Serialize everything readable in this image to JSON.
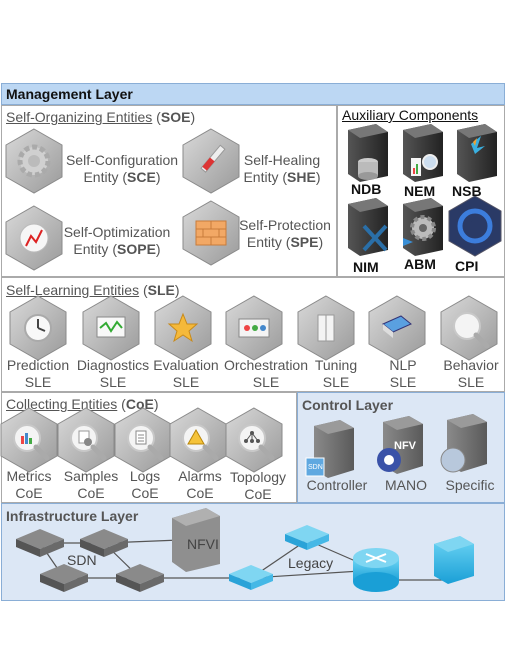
{
  "management_layer": {
    "title": "Management Layer"
  },
  "soe": {
    "title_prefix": "Self-Organizing Entities",
    "title_abbr": "SOE",
    "entities": [
      {
        "name": "Self-Configuration Entity",
        "abbr": "SCE",
        "icon": "gear-icon"
      },
      {
        "name": "Self-Healing Entity",
        "abbr": "SHE",
        "icon": "syringe-icon"
      },
      {
        "name": "Self-Optimization Entity",
        "abbr": "SOPE",
        "icon": "chart-icon"
      },
      {
        "name": "Self-Protection Entity",
        "abbr": "SPE",
        "icon": "firewall-icon"
      }
    ]
  },
  "aux": {
    "title": "Auxiliary Components",
    "items": [
      {
        "label": "NDB",
        "icon": "database-server-icon"
      },
      {
        "label": "NEM",
        "icon": "monitor-server-icon"
      },
      {
        "label": "NSB",
        "icon": "bird-server-icon"
      },
      {
        "label": "NIM",
        "icon": "tools-server-icon"
      },
      {
        "label": "ABM",
        "icon": "gear-server-icon"
      },
      {
        "label": "CPI",
        "icon": "refresh-icon"
      }
    ]
  },
  "sle": {
    "title_prefix": "Self-Learning Entities",
    "title_abbr": "SLE",
    "items": [
      {
        "name": "Prediction",
        "suffix": "SLE",
        "icon": "clock-icon"
      },
      {
        "name": "Diagnostics",
        "suffix": "SLE",
        "icon": "monitor-icon"
      },
      {
        "name": "Evaluation",
        "suffix": "SLE",
        "icon": "star-icon"
      },
      {
        "name": "Orchestration",
        "suffix": "SLE",
        "icon": "panel-icon"
      },
      {
        "name": "Tuning",
        "suffix": "SLE",
        "icon": "cabinet-icon"
      },
      {
        "name": "NLP",
        "suffix": "SLE",
        "icon": "book-icon"
      },
      {
        "name": "Behavior",
        "suffix": "SLE",
        "icon": "magnifier-icon"
      }
    ]
  },
  "coe": {
    "title_prefix": "Collecting Entities",
    "title_abbr": "CoE",
    "items": [
      {
        "name": "Metrics",
        "suffix": "CoE",
        "icon": "bar-chart-icon"
      },
      {
        "name": "Samples",
        "suffix": "CoE",
        "icon": "doc-gear-icon"
      },
      {
        "name": "Logs",
        "suffix": "CoE",
        "icon": "document-icon"
      },
      {
        "name": "Alarms",
        "suffix": "CoE",
        "icon": "warning-icon"
      },
      {
        "name": "Topology",
        "suffix": "CoE",
        "icon": "tree-icon"
      }
    ]
  },
  "control": {
    "title": "Control Layer",
    "items": [
      {
        "label": "Controller",
        "badge": "SDN",
        "icon": "server-icon"
      },
      {
        "label": "MANO",
        "badge": "NFV",
        "icon": "gears-icon"
      },
      {
        "label": "Specific",
        "icon": "globe-server-icon"
      }
    ]
  },
  "infra": {
    "title": "Infrastructure Layer",
    "labels": {
      "sdn": "SDN",
      "nfvi": "NFVI",
      "legacy": "Legacy"
    }
  },
  "colors": {
    "panel_bg": "#dce7f5",
    "header_bg": "#bcd7f3",
    "border": "#8aaed6",
    "switch": "#6e6e6e",
    "legacy_switch": "#3bb9e6"
  }
}
